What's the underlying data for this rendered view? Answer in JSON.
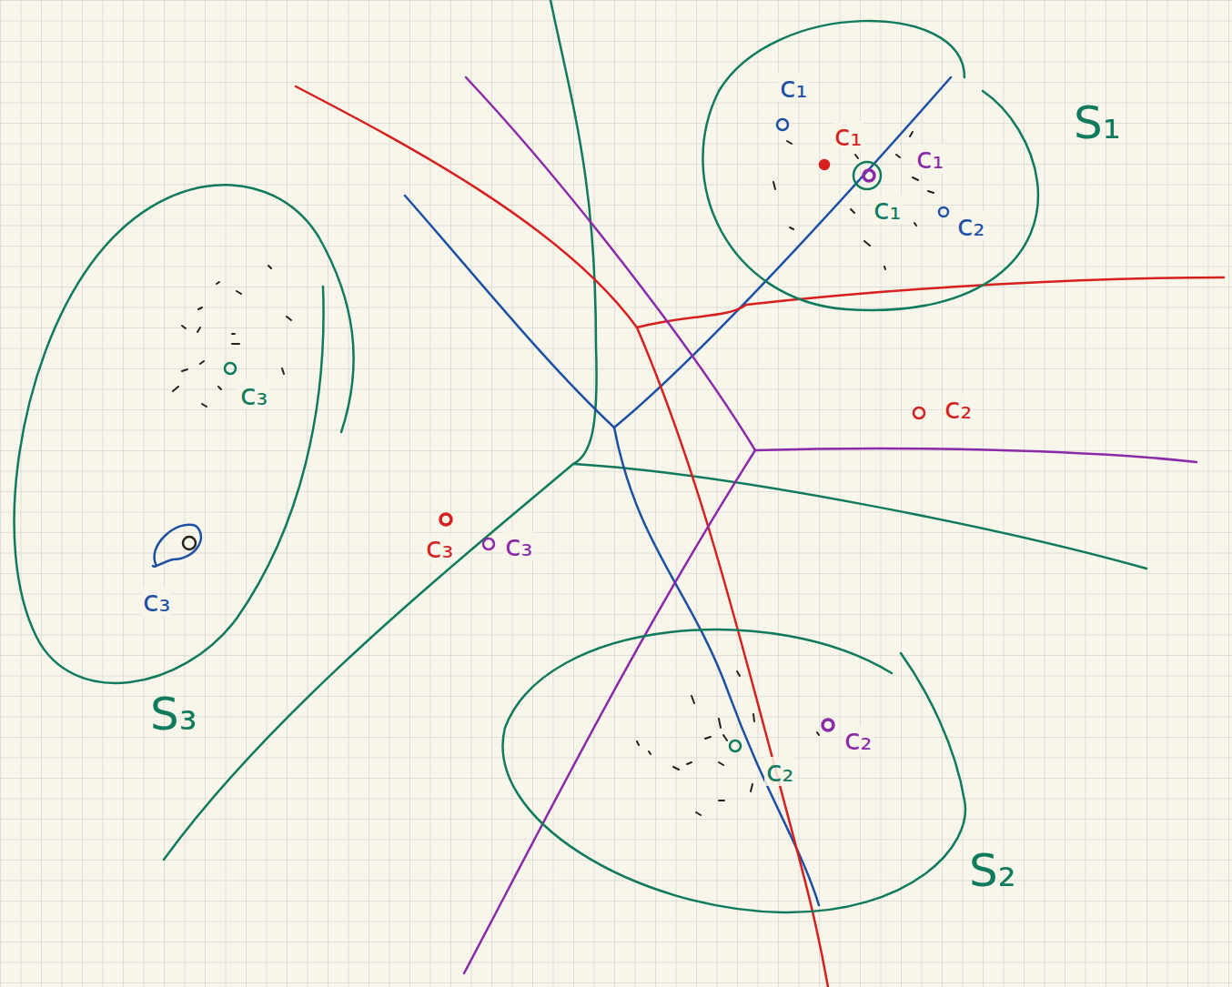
{
  "diagram": {
    "nodes": [
      {
        "text": [
          "S₁"
        ]
      },
      {
        "text": [
          "S₃"
        ]
      },
      {
        "text": [
          "S₂"
        ]
      }
    ],
    "labels": [
      "c₁",
      "c₁",
      "c₁",
      "c₁",
      "c₂",
      "c₃",
      "c₂",
      "c₃",
      "c₃",
      "c₂",
      "c₂",
      "c₃"
    ]
  }
}
